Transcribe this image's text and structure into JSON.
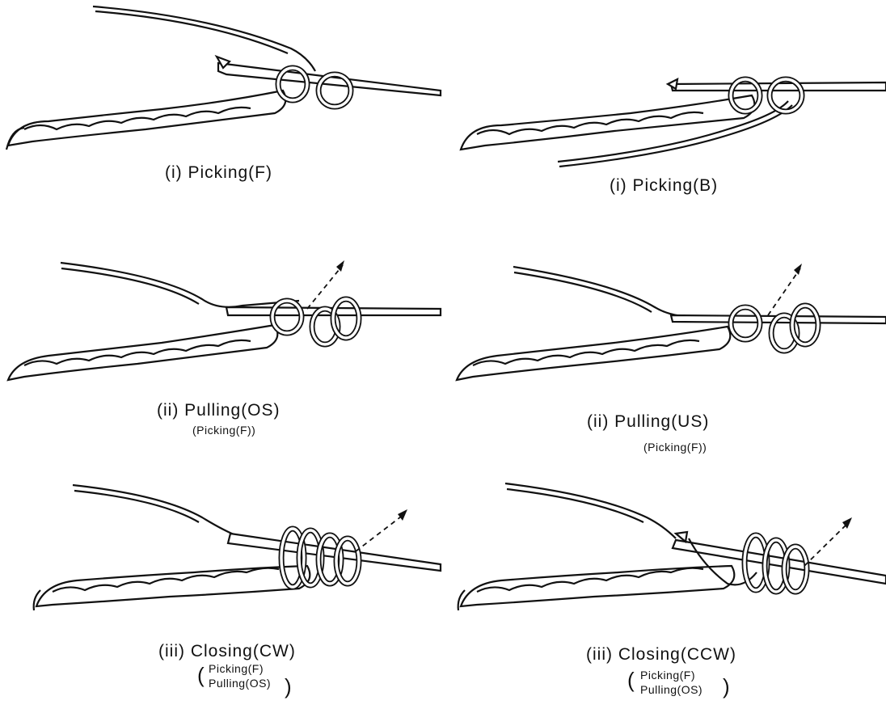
{
  "panels": [
    {
      "caption": "(i) Picking(F)"
    },
    {
      "caption": "(i) Picking(B)"
    },
    {
      "caption": "(ii) Pulling(OS)",
      "sub": "(Picking(F))"
    },
    {
      "caption": "(ii) Pulling(US)",
      "sub": "(Picking(F))"
    },
    {
      "caption": "(iii) Closing(CW)",
      "sub_lines": [
        "Picking(F)",
        "Pulling(OS)"
      ]
    },
    {
      "caption": "(iii) Closing(CCW)",
      "sub_lines": [
        "Picking(F)",
        "Pulling(OS)"
      ]
    }
  ]
}
